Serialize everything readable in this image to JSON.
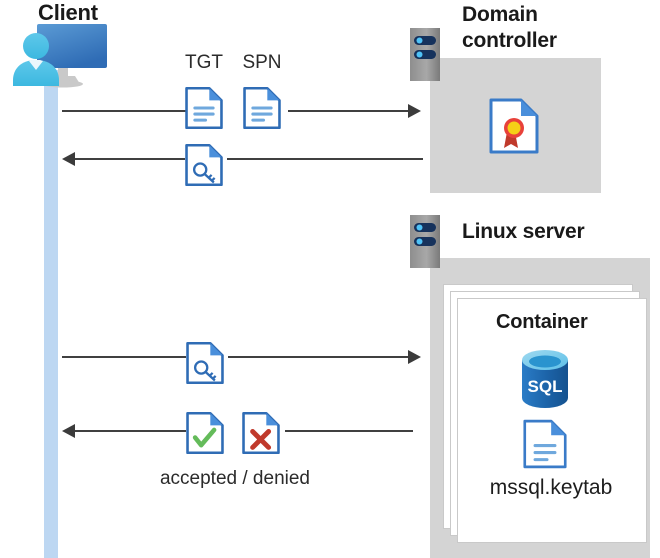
{
  "diagram": {
    "title": "Kerberos authentication flow between client, domain controller and Linux server container",
    "background": "#ffffff",
    "colors": {
      "lifeline": "#bdd7f2",
      "panel_gray": "#d4d4d4",
      "server_gray": "#8c8c8c",
      "doc_blue": "#2f6cb5",
      "doc_fold_blue": "#4a8fdb",
      "sql_blue": "#1f6cb0",
      "accept_green": "#64bb5a",
      "deny_red": "#c0392b",
      "arrow": "#3b3b3b",
      "text": "#1a1a1a"
    }
  },
  "actors": {
    "client": {
      "label": "Client",
      "icon": "client-workstation-icon"
    },
    "domain_controller": {
      "label_line1": "Domain",
      "label_line2": "controller",
      "icon": "server-icon",
      "contents": [
        {
          "name": "certificate-icon",
          "label": ""
        }
      ]
    },
    "linux_server": {
      "label": "Linux server",
      "icon": "server-icon",
      "container": {
        "label": "Container",
        "stack_count": 3,
        "items": [
          {
            "name": "sql-database-icon",
            "label": "SQL"
          },
          {
            "name": "keytab-file-icon",
            "label": "mssql.keytab"
          }
        ]
      }
    }
  },
  "messages": [
    {
      "id": "msg-tgt-spn-request",
      "direction": "right",
      "from": "client",
      "to": "domain_controller",
      "icons": [
        {
          "name": "tgt-document-icon",
          "label": "TGT"
        },
        {
          "name": "spn-document-icon",
          "label": "SPN"
        }
      ]
    },
    {
      "id": "msg-ticket-response",
      "direction": "left",
      "from": "domain_controller",
      "to": "client",
      "icons": [
        {
          "name": "service-ticket-icon",
          "label": ""
        }
      ]
    },
    {
      "id": "msg-ticket-presented",
      "direction": "right",
      "from": "client",
      "to": "linux_server",
      "icons": [
        {
          "name": "service-ticket-icon",
          "label": ""
        }
      ]
    },
    {
      "id": "msg-auth-result",
      "direction": "left",
      "from": "linux_server",
      "to": "client",
      "caption": "accepted / denied",
      "icons": [
        {
          "name": "accepted-document-icon",
          "label": ""
        },
        {
          "name": "denied-document-icon",
          "label": ""
        }
      ]
    }
  ],
  "labels": {
    "tgt": "TGT",
    "spn": "SPN",
    "accepted_denied": "accepted / denied",
    "mssql_keytab": "mssql.keytab",
    "sql": "SQL",
    "container": "Container",
    "client": "Client",
    "domain_line1": "Domain",
    "domain_line2": "controller",
    "linux_server": "Linux server"
  }
}
